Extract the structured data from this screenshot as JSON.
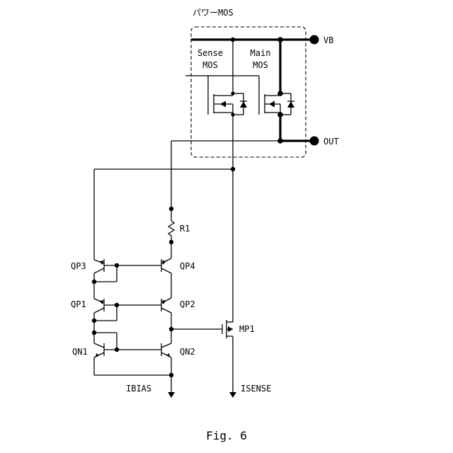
{
  "figure": {
    "caption": "Fig. 6"
  },
  "labels": {
    "power_mos": "パワーMOS",
    "vb": "VB",
    "out": "OUT",
    "sense_mos_line1": "Sense",
    "sense_mos_line2": "MOS",
    "main_mos_line1": "Main",
    "main_mos_line2": "MOS",
    "r1": "R1",
    "qp3": "QP3",
    "qp4": "QP4",
    "qp1": "QP1",
    "qp2": "QP2",
    "qn1": "QN1",
    "qn2": "QN2",
    "mp1": "MP1",
    "ibias": "IBIAS",
    "isense": "ISENSE"
  }
}
